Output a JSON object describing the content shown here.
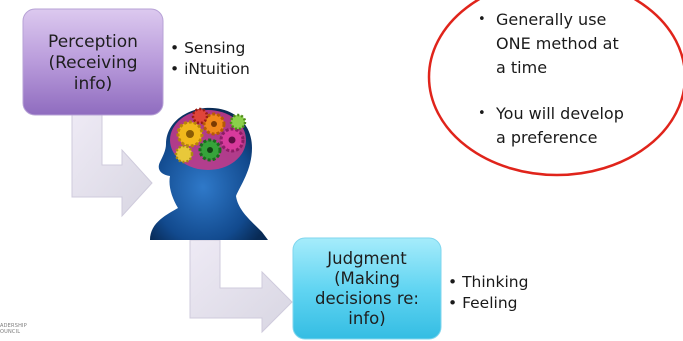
{
  "perception": {
    "title_lines": [
      "Perception",
      "(Receiving",
      "info)"
    ],
    "bullets": [
      "Sensing",
      "iNtuition"
    ],
    "color": "#a98bd0"
  },
  "judgment": {
    "title_lines": [
      "Judgment",
      "(Making",
      "decisions re:",
      "info)"
    ],
    "bullets": [
      "Thinking",
      "Feeling"
    ],
    "color": "#5fd0ee"
  },
  "callout": {
    "items": [
      [
        "Generally use",
        "ONE method at",
        "a time"
      ],
      [
        "You will develop",
        "a preference"
      ]
    ],
    "border_color": "#e0241b"
  },
  "logo": {
    "lines": [
      "ADERSHIP",
      "OUNCIL"
    ]
  },
  "icons": {
    "brain_head": "brain-gears-head-icon"
  }
}
